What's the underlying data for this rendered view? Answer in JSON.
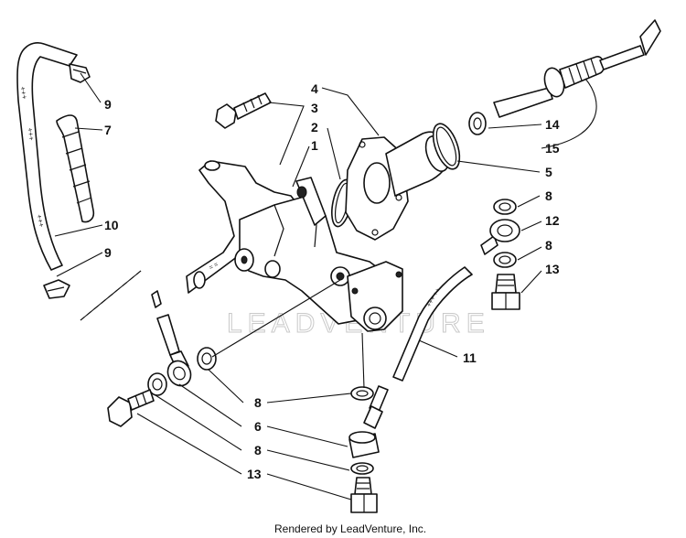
{
  "callouts": {
    "c1": "1",
    "c2": "2",
    "c3": "3",
    "c4": "4",
    "c5": "5",
    "c6": "6",
    "c7": "7",
    "c8a": "8",
    "c8b": "8",
    "c8c": "8",
    "c8d": "8",
    "c9a": "9",
    "c9b": "9",
    "c10": "10",
    "c11": "11",
    "c12": "12",
    "c13a": "13",
    "c13b": "13",
    "c14": "14",
    "c15": "15"
  },
  "watermark": "LEADVENTURE",
  "footer": "Rendered by LeadVenture, Inc."
}
